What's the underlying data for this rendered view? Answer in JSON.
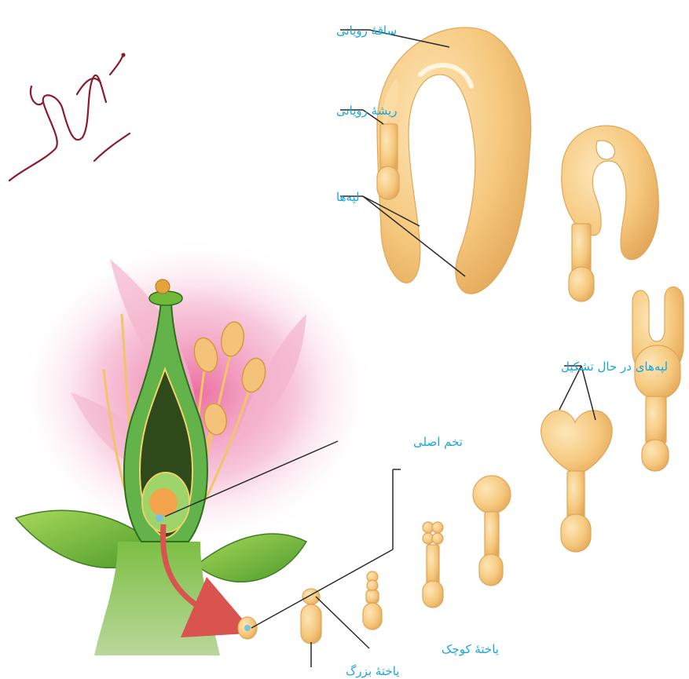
{
  "labels": {
    "embryonic_stem": "ساقهٔ رویانی",
    "embryonic_root": "ریشهٔ رویانی",
    "cotyledons": "لپه‌ها",
    "forming_cotyledons": "لپه‌های در حال تشکیل",
    "zygote": "تخم اصلی",
    "small_cell": "یاختهٔ کوچک",
    "large_cell": "یاختهٔ بزرگ"
  },
  "colors": {
    "label_text": "#1aa6d9",
    "leader_line": "#2a2a2a",
    "embryo_fill": "#f5c77e",
    "embryo_edge": "#e3a95a",
    "petal_pink": "#f2a6c4",
    "leaf_green": "#6fb83a",
    "ovary_dark": "#2f4a1a",
    "arrow_red": "#d9534f",
    "signature": "#8b1a2b"
  },
  "signature": "handwritten-signature"
}
